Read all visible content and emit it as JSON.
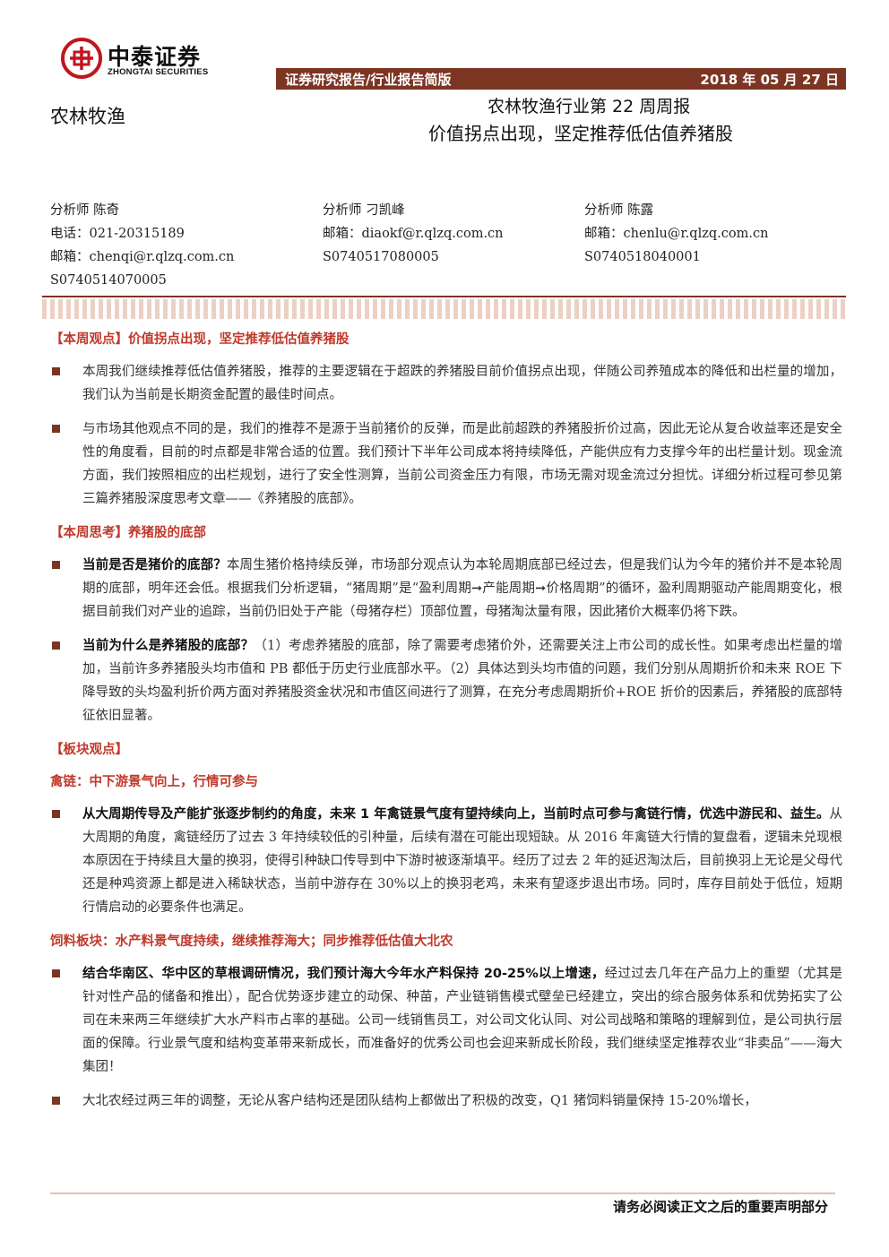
{
  "brand": {
    "name_cn": "中泰证券",
    "name_en": "ZHONGTAI SECURITIES",
    "color": "#c0161d"
  },
  "header": {
    "report_type": "证券研究报告/行业报告简版",
    "date": "2018 年 05 月 27 日",
    "industry": "农林牧渔",
    "title_line1": "农林牧渔行业第 22 周周报",
    "title_line2": "价值拐点出现，坚定推荐低估值养猪股"
  },
  "analysts": [
    {
      "name": "分析师  陈奇",
      "lines": [
        "电话：021-20315189",
        "邮箱：chenqi@r.qlzq.com.cn",
        "S0740514070005"
      ]
    },
    {
      "name": "分析师  刁凯峰",
      "lines": [
        "邮箱：diaokf@r.qlzq.com.cn",
        "S0740517080005"
      ]
    },
    {
      "name": "分析师  陈露",
      "lines": [
        "邮箱：chenlu@r.qlzq.com.cn",
        "S0740518040001"
      ]
    }
  ],
  "sections": {
    "view_head": "【本周观点】价值拐点出现，坚定推荐低估值养猪股",
    "view_b1": "本周我们继续推荐低估值养猪股，推荐的主要逻辑在于超跌的养猪股目前价值拐点出现，伴随公司养殖成本的降低和出栏量的增加，我们认为当前是长期资金配置的最佳时间点。",
    "view_b2": "与市场其他观点不同的是，我们的推荐不是源于当前猪价的反弹，而是此前超跌的养猪股折价过高，因此无论从复合收益率还是安全性的角度看，目前的时点都是非常合适的位置。我们预计下半年公司成本将持续降低，产能供应有力支撑今年的出栏量计划。现金流方面，我们按照相应的出栏规划，进行了安全性测算，当前公司资金压力有限，市场无需对现金流过分担忧。详细分析过程可参见第三篇养猪股深度思考文章——《养猪股的底部》。",
    "think_head": "【本周思考】养猪股的底部",
    "think_b1_bold": "当前是否是猪价的底部？",
    "think_b1": "本周生猪价格持续反弹，市场部分观点认为本轮周期底部已经过去，但是我们认为今年的猪价并不是本轮周期的底部，明年还会低。根据我们分析逻辑，“猪周期”是“盈利周期➞产能周期➞价格周期”的循环，盈利周期驱动产能周期变化，根据目前我们对产业的追踪，当前仍旧处于产能（母猪存栏）顶部位置，母猪淘汰量有限，因此猪价大概率仍将下跌。",
    "think_b2_bold": "当前为什么是养猪股的底部？",
    "think_b2": "（1）考虑养猪股的底部，除了需要考虑猪价外，还需要关注上市公司的成长性。如果考虑出栏量的增加，当前许多养猪股头均市值和 PB 都低于历史行业底部水平。（2）具体达到头均市值的问题，我们分别从周期折价和未来 ROE 下降导致的头均盈利折价两方面对养猪股资金状况和市值区间进行了测算，在充分考虑周期折价+ROE 折价的因素后，养猪股的底部特征依旧显著。",
    "sector_head": "【板块观点】",
    "poultry_head": "禽链：中下游景气向上，行情可参与",
    "poultry_b1_bold": "从大周期传导及产能扩张逐步制约的角度，未来 1 年禽链景气度有望持续向上，当前时点可参与禽链行情，优选中游民和、益生。",
    "poultry_b1": "从大周期的角度，禽链经历了过去 3 年持续较低的引种量，后续有潜在可能出现短缺。从 2016 年禽链大行情的复盘看，逻辑未兑现根本原因在于持续且大量的换羽，使得引种缺口传导到中下游时被逐渐填平。经历了过去 2 年的延迟淘汰后，目前换羽上无论是父母代还是种鸡资源上都是进入稀缺状态，当前中游存在 30%以上的换羽老鸡，未来有望逐步退出市场。同时，库存目前处于低位，短期行情启动的必要条件也满足。",
    "feed_head": "饲料板块：水产料景气度持续，继续推荐海大；同步推荐低估值大北农",
    "feed_b1_bold": "结合华南区、华中区的草根调研情况，我们预计海大今年水产料保持 20-25%以上增速，",
    "feed_b1": "经过过去几年在产品力上的重塑（尤其是针对性产品的储备和推出），配合优势逐步建立的动保、种苗，产业链销售模式壁垒已经建立，突出的综合服务体系和优势拓实了公司在未来两三年继续扩大水产料市占率的基础。公司一线销售员工，对公司文化认同、对公司战略和策略的理解到位，是公司执行层面的保障。行业景气度和结构变革带来新成长，而准备好的优秀公司也会迎来新成长阶段，我们继续坚定推荐农业“非卖品”——海大集团！",
    "feed_b2": "大北农经过两三年的调整，无论从客户结构还是团队结构上都做出了积极的改变，Q1 猪饲料销量保持 15-20%增长，"
  },
  "footer": {
    "disclaimer": "请务必阅读正文之后的重要声明部分"
  }
}
